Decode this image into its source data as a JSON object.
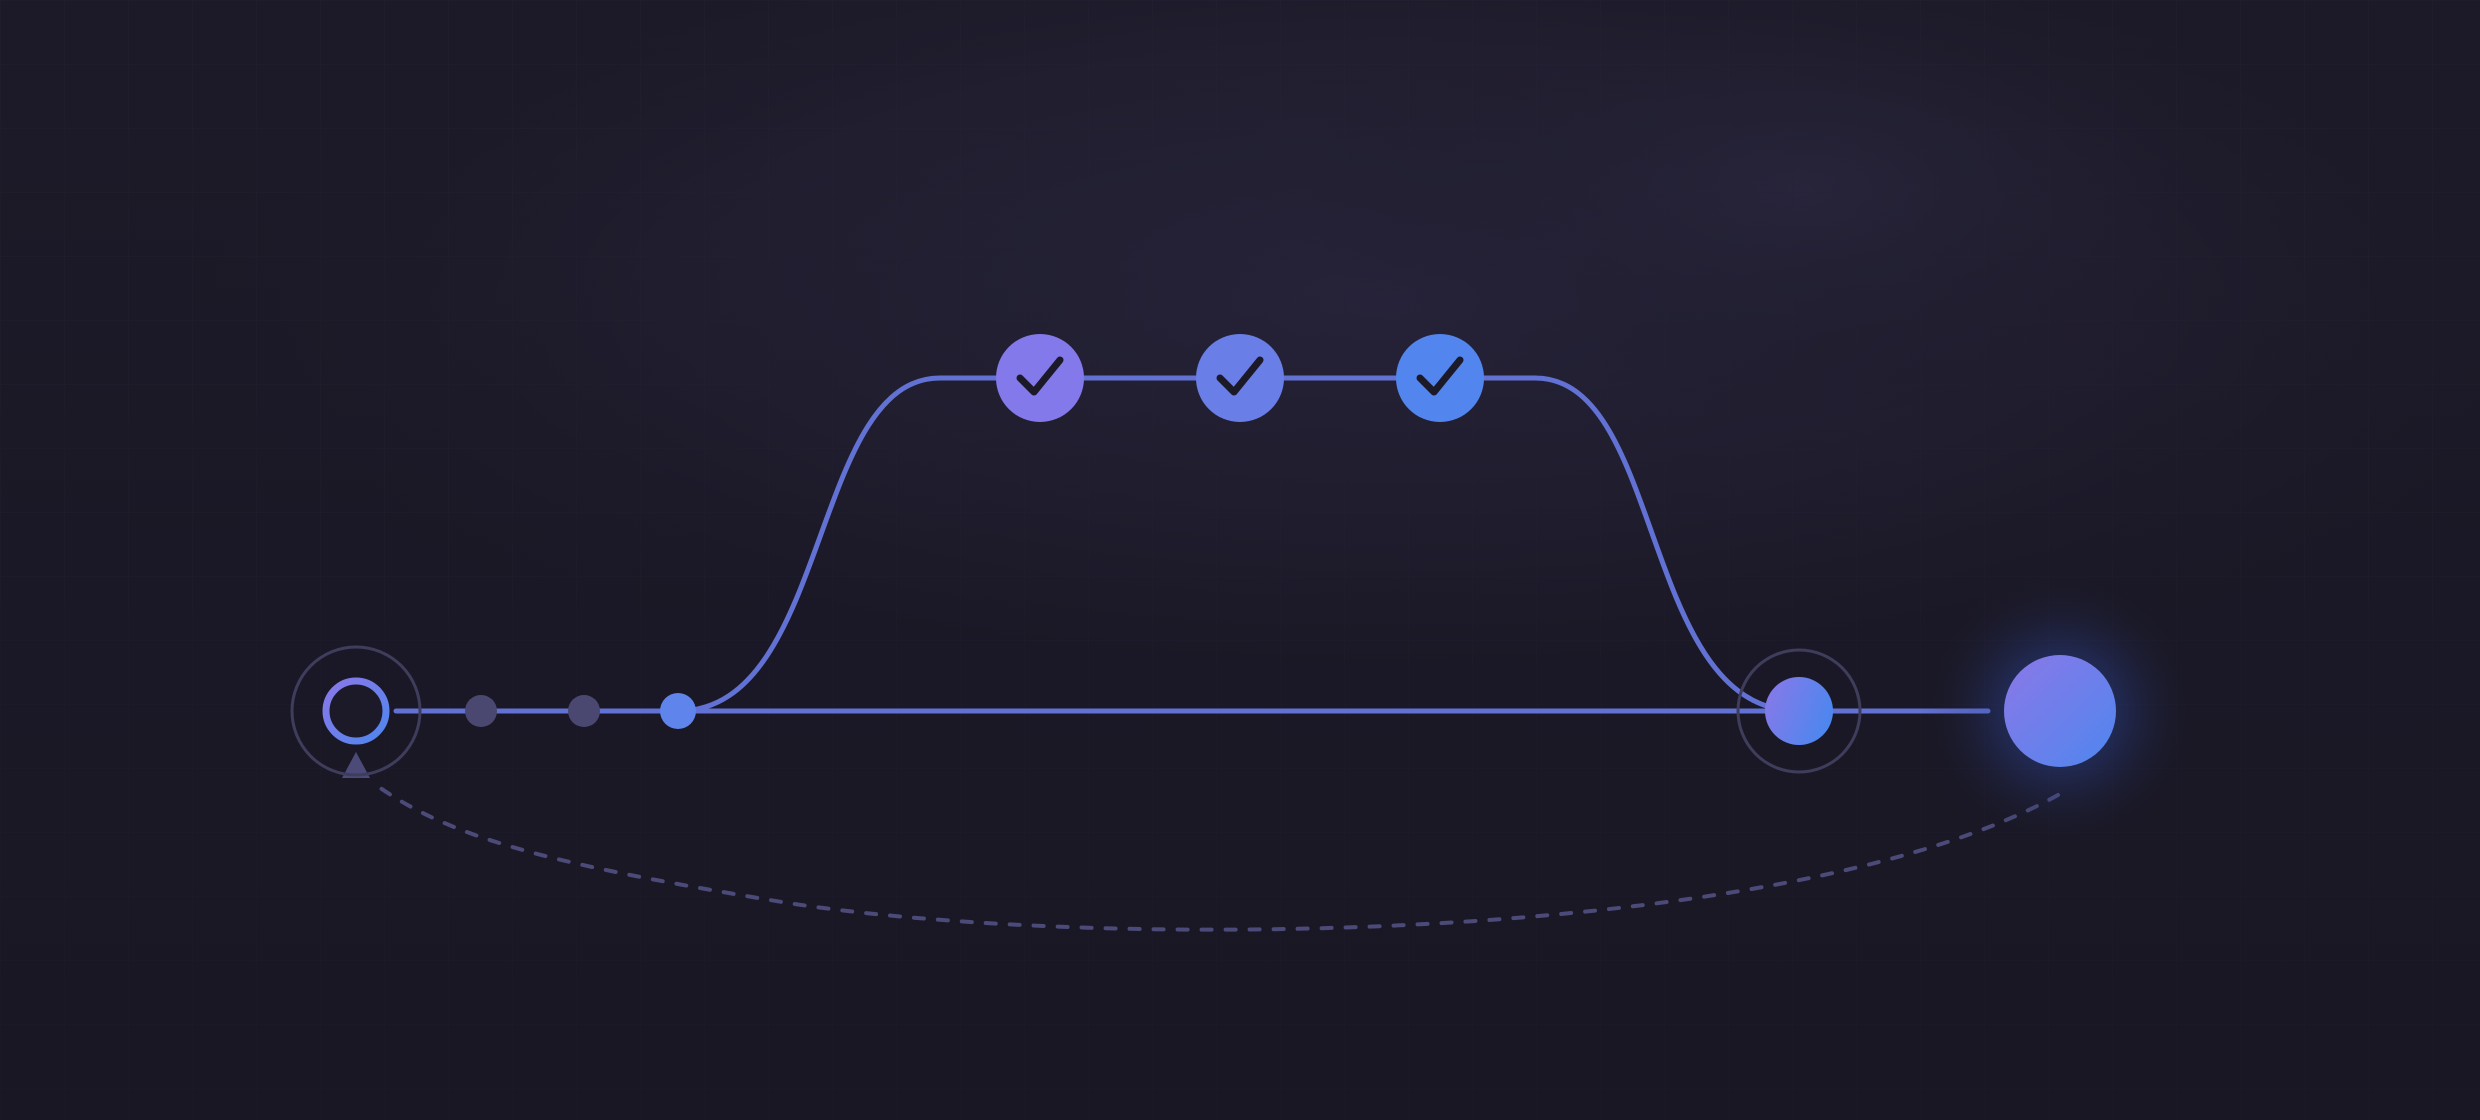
{
  "diagram": {
    "type": "git-branch-merge-flow",
    "colors": {
      "background": "#1c1a28",
      "background_glow": "#2a2640",
      "grid": "#262336",
      "line": "#6272d4",
      "accent_start": "#8b78e8",
      "accent_end": "#4f86ee",
      "muted_dot": "#4a4870",
      "ring": "#3f3d5c",
      "loop_dashed": "#4b4a78",
      "check_mark": "#1c1a28"
    },
    "main_line": {
      "nodes": [
        {
          "name": "start-commit",
          "kind": "hollow-target"
        },
        {
          "name": "pending-commit-1",
          "kind": "muted"
        },
        {
          "name": "pending-commit-2",
          "kind": "muted"
        },
        {
          "name": "branch-point-commit",
          "kind": "small-solid"
        },
        {
          "name": "merge-commit",
          "kind": "target"
        },
        {
          "name": "release-node",
          "kind": "glowing"
        }
      ]
    },
    "branch_line": {
      "nodes": [
        {
          "name": "completed-commit-1",
          "status": "done",
          "icon": "check-icon"
        },
        {
          "name": "completed-commit-2",
          "status": "done",
          "icon": "check-icon"
        },
        {
          "name": "completed-commit-3",
          "status": "done",
          "icon": "check-icon"
        }
      ]
    },
    "feedback_loop": {
      "style": "dashed",
      "direction": "release-to-start",
      "arrow_icon": "triangle-up-icon"
    }
  }
}
